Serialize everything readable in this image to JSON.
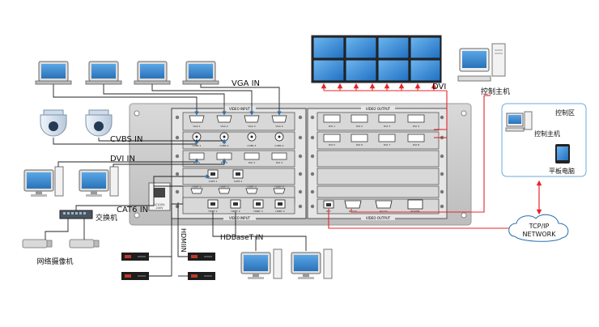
{
  "labels": {
    "vga_in": "VGA IN",
    "cvbs_in": "CVBS IN",
    "dvi_in": "DVI IN",
    "cat6_in": "CAT6 IN",
    "switch": "交换机",
    "ip_camera": "网络摄像机",
    "hdmi_in": "HDMIIN",
    "hdbaset_in": "HDBaseT IN",
    "dvi_out": "DVI",
    "control_host": "控制主机",
    "control_zone": "控制区",
    "control_host_2": "控制主机",
    "tablet": "平板电脑",
    "tcpip_line1": "TCP/IP",
    "tcpip_line2": "NETWORK"
  },
  "chassis": {
    "video_input_top": "VIDEO INPUT",
    "video_output_top": "VIDEO OUTPUT",
    "video_input_bottom": "VIDEO INPUT",
    "video_output_bottom": "VIDEO OUTPUT",
    "power_label": "AC100V-\n240V",
    "vga_ports": [
      "VGA 1",
      "VGA 2",
      "VGA 3",
      "VGA 4"
    ],
    "cvbs_ports": [
      "CVBS 1",
      "CVBS 2",
      "CVBS 3",
      "CVBS 4"
    ],
    "dvi_in_ports": [
      "DVI 1",
      "DVI 2",
      "DVI 3",
      "DVI 4"
    ],
    "cat6_ports": [
      "CAT6 1",
      "CAT6 2"
    ],
    "hdbt_ports": [
      "HDBT 1",
      "HDBT 2",
      "HDBT 3",
      "HDBT 4"
    ],
    "hdbt_bottom_ports": [
      "HDBT 1",
      "HDBT 2",
      "HDBT 3",
      "HDBT 4"
    ],
    "dvi_out_row1": [
      "DVI 1",
      "DVI 2",
      "DVI 3",
      "DVI 4"
    ],
    "dvi_out_row2": [
      "DVI 5",
      "DVI 6",
      "DVI 7",
      "DVI 8"
    ],
    "control_ports": [
      "KEY",
      "RS232",
      "RS232",
      "POWER"
    ]
  },
  "colors": {
    "red_link": "#e8242a",
    "blue_link": "#2a6fb0",
    "chassis": "#c9c9c9",
    "chassis_dark": "#8a8a8a",
    "screen_blue": "#3a8ed8"
  }
}
